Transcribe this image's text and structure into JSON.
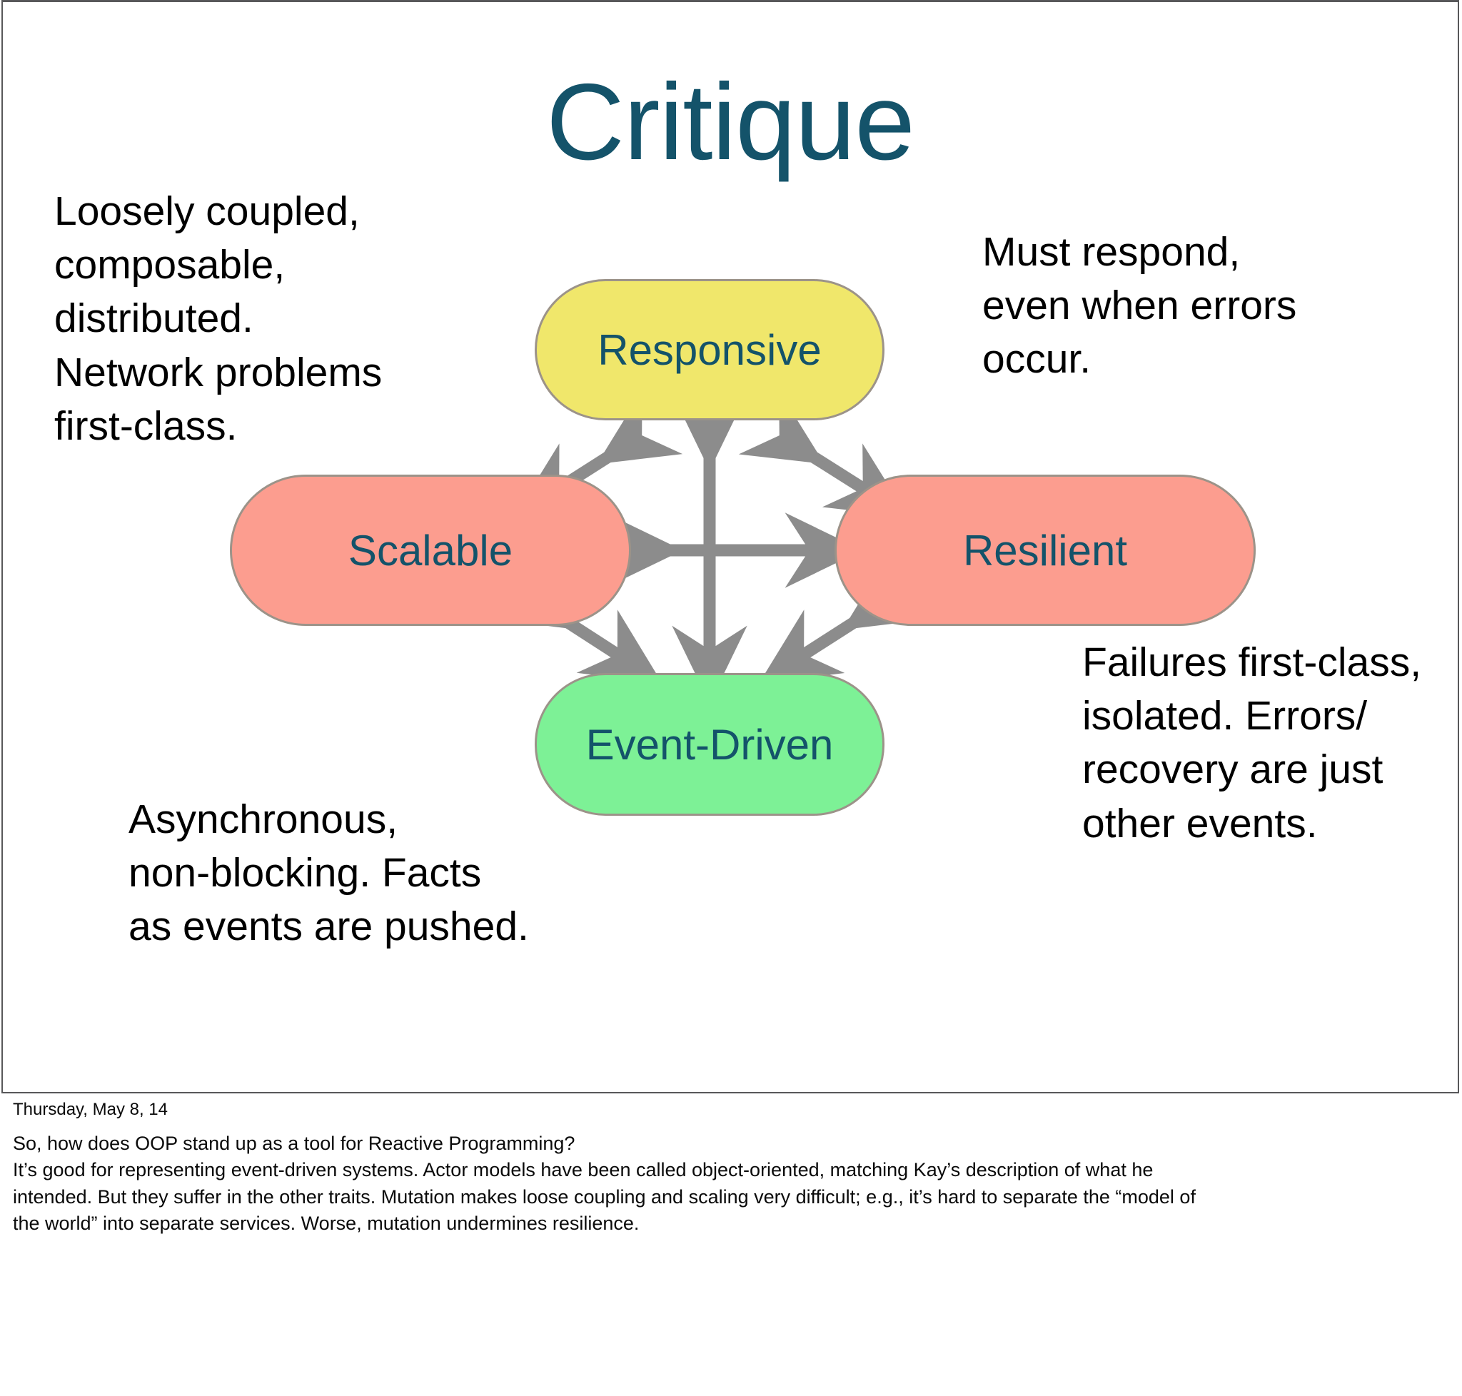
{
  "slide": {
    "title": "Critique",
    "title_color": "#14536a",
    "border_color": "#58585a"
  },
  "annotations": {
    "top_left": "Loosely coupled,\ncomposable,\ndistributed.\nNetwork problems\nfirst-class.",
    "top_right": "Must respond,\neven when errors\noccur.",
    "bottom_right": "Failures first-class,\nisolated. Errors/\nrecovery are just\nother events.",
    "bottom_left": "Asynchronous,\nnon-blocking. Facts\nas events are pushed."
  },
  "diagram": {
    "type": "relationship-diagram",
    "arrow_color": "#8c8c8c",
    "node_border_color": "#9c9389",
    "node_text_color": "#14536a",
    "nodes": [
      {
        "id": "responsive",
        "label": "Responsive",
        "fill": "#F0E76B",
        "position": "top"
      },
      {
        "id": "scalable",
        "label": "Scalable",
        "fill": "#FC9D8F",
        "position": "left"
      },
      {
        "id": "resilient",
        "label": "Resilient",
        "fill": "#FC9D8F",
        "position": "right"
      },
      {
        "id": "event-driven",
        "label": "Event-Driven",
        "fill": "#7DF196",
        "position": "bottom"
      }
    ],
    "connections": [
      "responsive<->event-driven",
      "scalable<->resilient",
      "responsive<->scalable",
      "responsive<->resilient",
      "scalable<->event-driven",
      "resilient<->event-driven"
    ]
  },
  "footer": {
    "date": "Thursday, May 8, 14",
    "notes": "So, how does OOP stand up as a tool for Reactive Programming?\nIt’s good for representing event-driven systems. Actor models have been called object-oriented, matching Kay’s description of what he\nintended. But they suffer in the other traits. Mutation makes loose coupling and scaling very difficult; e.g., it’s hard to separate the “model of\nthe world” into separate services. Worse, mutation undermines resilience."
  }
}
